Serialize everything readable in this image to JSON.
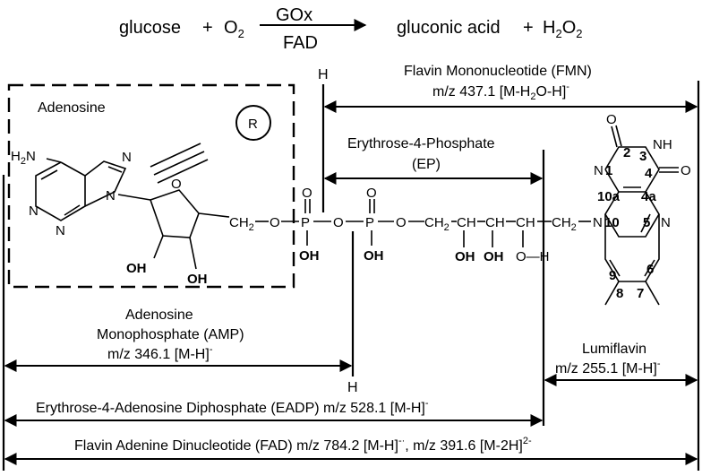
{
  "equation": {
    "reactant1": "glucose",
    "plus1": "+",
    "reactant2": "O",
    "reactant2_sub": "2",
    "enzyme": "GOx",
    "cofactor": "FAD",
    "product1": "gluconic acid",
    "plus2": "+",
    "product2a": "H",
    "product2_sub1": "2",
    "product2b": "O",
    "product2_sub2": "2"
  },
  "adenosine_box": {
    "title": "Adenosine",
    "r_label": "R"
  },
  "atoms": {
    "h2n": "H",
    "h2n_sub": "2",
    "h2n_n": "N",
    "n": "N",
    "o": "O",
    "ch2": "CH",
    "ch2_sub": "2",
    "oh": "OH",
    "p": "P",
    "ch": "CH",
    "h": "H",
    "o_minus_h": "O—H",
    "ring_labels": [
      "1",
      "2",
      "3",
      "4",
      "4a",
      "5",
      "6",
      "7",
      "8",
      "9",
      "10",
      "10a"
    ],
    "nh": "NH"
  },
  "fragments": {
    "fmn": {
      "line1": "Flavin Mononucleotide (FMN)",
      "line2_prefix": "m/z 437.1 [M-H",
      "line2_sub": "2",
      "line2_mid": "O-H]",
      "line2_sup": "-"
    },
    "ep": {
      "line1": "Erythrose-4-Phosphate",
      "line2": "(EP)"
    },
    "amp": {
      "line1": "Adenosine",
      "line2": "Monophosphate (AMP)",
      "line3": "m/z 346.1 [M-H]",
      "line3_sup": "-"
    },
    "lumiflavin": {
      "line1": "Lumiflavin",
      "line2": "m/z 255.1 [M-H]",
      "line2_sup": "-"
    },
    "eadp": {
      "line1": "Erythrose-4-Adenosine Diphosphate (EADP) m/z 528.1 [M-H]",
      "line1_sup": "-"
    },
    "fad": {
      "line1a": "Flavin Adenine Dinucleotide (FAD) m/z 784.2 [M-H]",
      "line1a_sup": "-·",
      "line1b": ", m/z 391.6 [M-2H]",
      "line1b_sup": "2-"
    }
  }
}
